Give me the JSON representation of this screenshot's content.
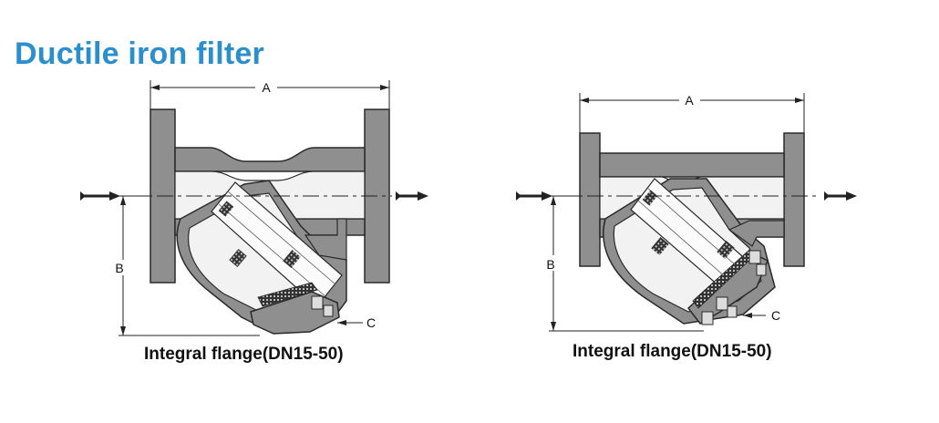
{
  "title": "Ductile iron filter",
  "colors": {
    "title": "#2b8fce",
    "body": "#8f8f8f",
    "bore": "#f2f2f2",
    "outline": "#2a2a2a",
    "screen": "#fbfbfb"
  },
  "left_diagram": {
    "caption": "Integral flange(DN15-50)",
    "dim_a": "A",
    "dim_b": "B",
    "dim_c": "C"
  },
  "right_diagram": {
    "caption": "Integral flange(DN15-50)",
    "dim_a": "A",
    "dim_b": "B",
    "dim_c": "C"
  }
}
